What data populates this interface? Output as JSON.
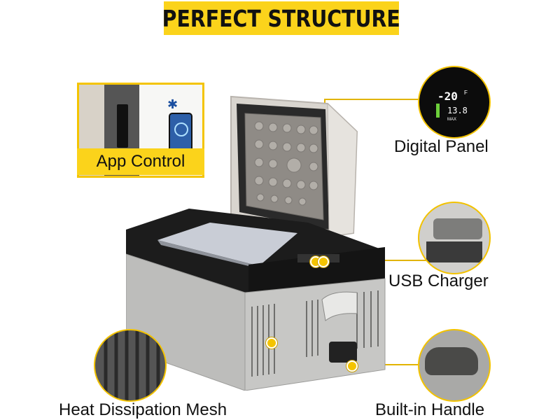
{
  "banner": {
    "title": "PERFECT STRUCTURE"
  },
  "callouts": {
    "app_control": "App Control",
    "digital_panel": "Digital Panel",
    "usb_charger": "USB Charger",
    "heat_mesh": "Heat Dissipation Mesh",
    "handle": "Built-in Handle"
  },
  "panel_readout": {
    "temp": "-20",
    "unit": "F",
    "voltage": "13.8",
    "mode": "MAX"
  },
  "colors": {
    "accent": "#fbd31b",
    "body_grey": "#b9b9b7",
    "lid_black": "#1c1c1c",
    "text": "#111111"
  }
}
